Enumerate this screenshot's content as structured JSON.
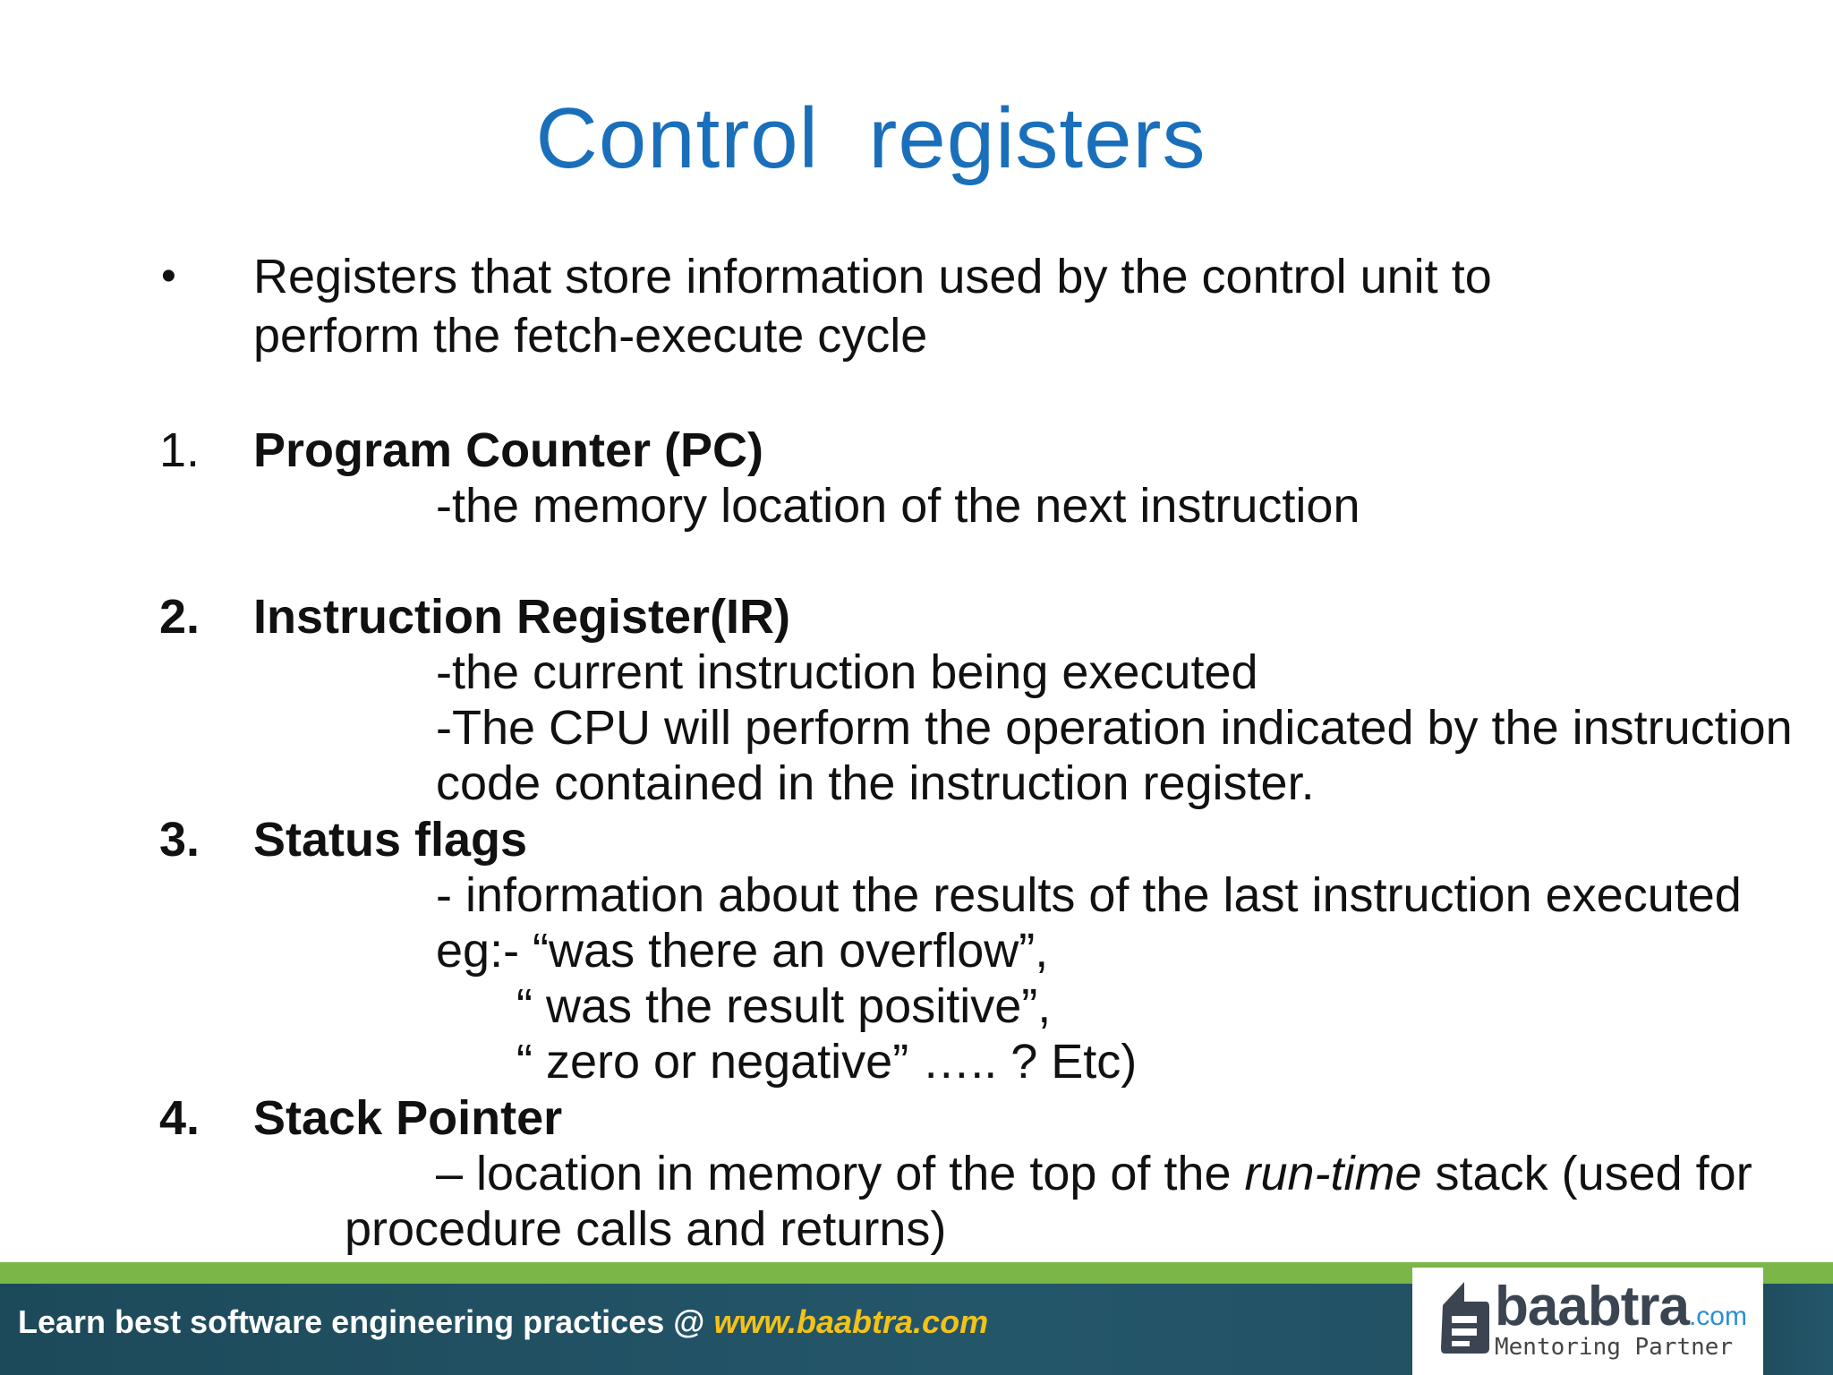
{
  "slide": {
    "title": "Control  registers",
    "bullet": {
      "marker": "•",
      "lines": [
        "Registers that store information used by the control unit to",
        "perform the fetch-execute cycle"
      ]
    },
    "items": [
      {
        "number": "1.",
        "heading": "Program Counter (PC)",
        "desc": [
          "-the memory location of the next instruction"
        ]
      },
      {
        "number": "2.",
        "heading": "Instruction Register(IR)",
        "desc": [
          "-the current instruction being executed",
          "-The CPU will perform the operation indicated by the instruction",
          "code contained in the instruction register."
        ]
      },
      {
        "number": "3.",
        "heading": "Status flags",
        "desc": [
          "- information about the results of the last instruction executed",
          "eg:- “was there an overflow”,",
          "“ was the result positive”,",
          "“ zero or negative” ….. ? Etc)"
        ]
      },
      {
        "number": "4.",
        "heading": "Stack Pointer",
        "desc_prefix": "– location in memory of the top of the ",
        "desc_italic": "run-time",
        "desc_suffix": " stack (used for",
        "desc_cont": "procedure calls and returns)"
      }
    ]
  },
  "footer": {
    "tagline": "Learn best software engineering practices @ ",
    "url": "www.baabtra.com",
    "logo_word": "baabtra",
    "logo_tld": ".com",
    "logo_sub": "Mentoring Partner"
  },
  "colors": {
    "title": "#1a6fbb",
    "footer_bg": "#24566a",
    "footer_stripe": "#7ab648",
    "footer_url": "#f2c21a"
  }
}
